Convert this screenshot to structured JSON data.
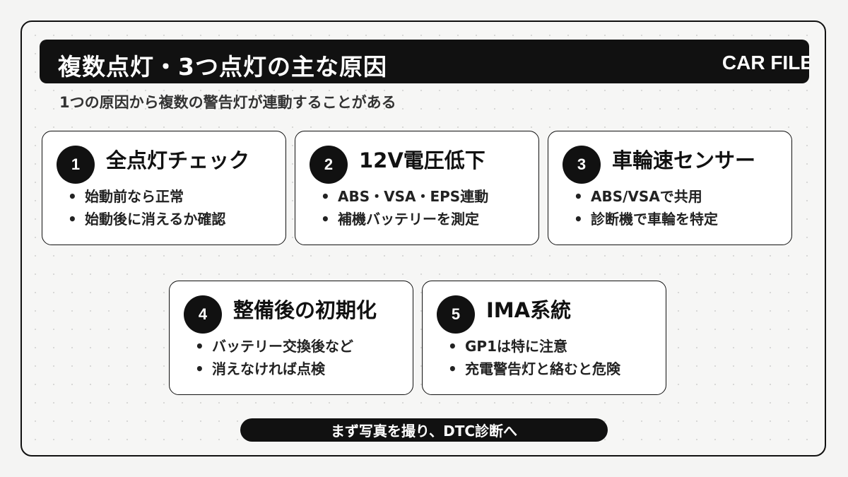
{
  "header": {
    "title": "複数点灯・3つ点灯の主な原因",
    "brand": "CAR FILE"
  },
  "subtitle": "1つの原因から複数の警告灯が連動することがある",
  "cards": [
    {
      "number": "1",
      "title": "全点灯チェック",
      "items": [
        "始動前なら正常",
        "始動後に消えるか確認"
      ]
    },
    {
      "number": "2",
      "title": "12V電圧低下",
      "items": [
        "ABS・VSA・EPS連動",
        "補機バッテリーを測定"
      ]
    },
    {
      "number": "3",
      "title": "車輪速センサー",
      "items": [
        "ABS/VSAで共用",
        "診断機で車輪を特定"
      ]
    },
    {
      "number": "4",
      "title": "整備後の初期化",
      "items": [
        "バッテリー交換後など",
        "消えなければ点検"
      ]
    },
    {
      "number": "5",
      "title": "IMA系統",
      "items": [
        "GP1は特に注意",
        "充電警告灯と絡むと危険"
      ]
    }
  ],
  "footer": {
    "cta": "まず写真を撮り、DTC診断へ"
  },
  "bullet_glyph": "•"
}
